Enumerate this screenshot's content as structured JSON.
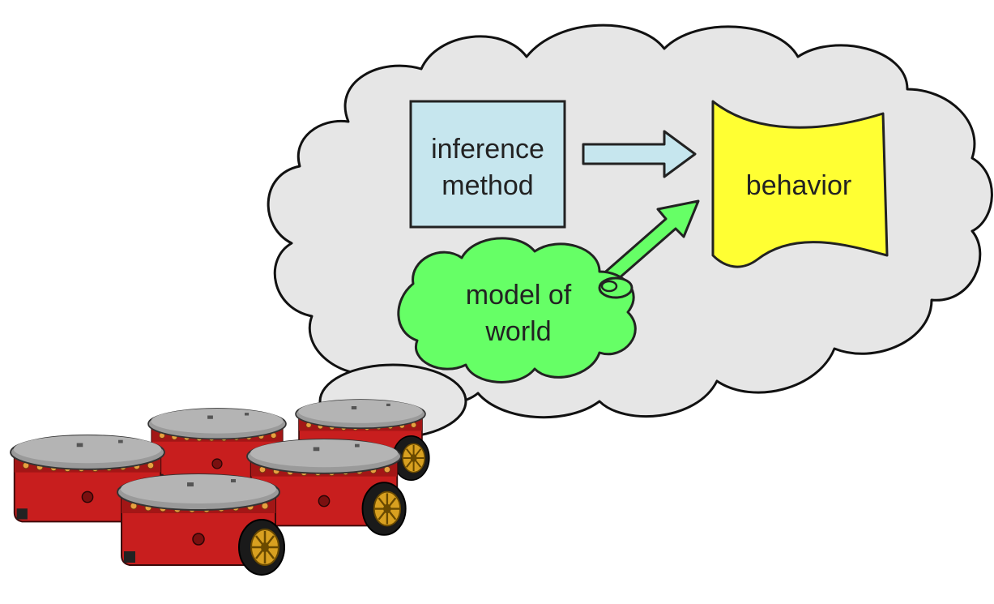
{
  "diagram": {
    "inference_box": {
      "line1": "inference",
      "line2": "method"
    },
    "behavior_label": "behavior",
    "model_cloud": {
      "line1": "model of",
      "line2": "world"
    }
  },
  "colors": {
    "thought_cloud": "#e6e6e6",
    "inference_box": "#c6e6ee",
    "behavior": "#ffff33",
    "model_cloud": "#66ff66",
    "robot_body": "#c81e1e",
    "robot_top": "#9a9a9a"
  }
}
